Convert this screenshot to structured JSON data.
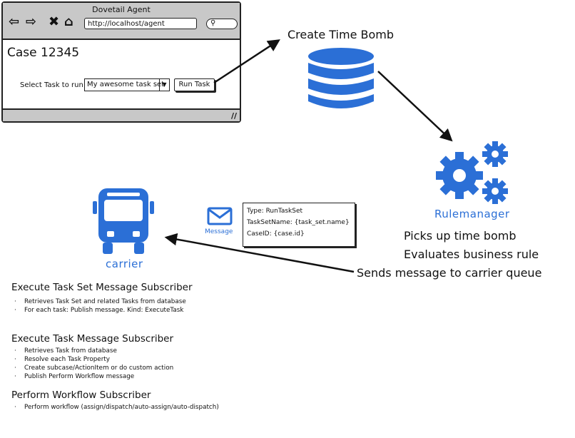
{
  "browser": {
    "title": "Dovetail Agent",
    "url": "http://localhost/agent",
    "case_title": "Case 12345",
    "select_label": "Select Task to run",
    "select_value": "My awesome task set",
    "run_button": "Run Task",
    "nav_icons": [
      "back-arrow-icon",
      "forward-arrow-icon",
      "close-icon",
      "home-icon"
    ]
  },
  "database": {
    "label": "Create Time Bomb",
    "icon": "database-icon"
  },
  "rulemanager": {
    "label": "Rulemanager",
    "icon": "gears-icon",
    "steps": [
      "Picks up time bomb",
      "Evaluates business rule",
      "Sends message to carrier queue"
    ]
  },
  "carrier": {
    "label": "carrier",
    "icon": "bus-icon"
  },
  "message": {
    "icon_label": "Message",
    "lines": [
      "Type: RunTaskSet",
      "TaskSetName: {task_set.name}",
      "CaseID: {case.id}"
    ]
  },
  "subscribers": [
    {
      "title": "Execute Task Set Message Subscriber",
      "items": [
        "Retrieves Task Set and related Tasks from database",
        "For each task: Publish message. Kind: ExecuteTask"
      ]
    },
    {
      "title": "Execute Task Message Subscriber",
      "items": [
        "Retrieves Task from database",
        "Resolve each Task Property",
        "Create subcase/ActionItem or do custom action",
        "Publish Perform Workflow message"
      ]
    },
    {
      "title": "Perform Workflow Subscriber",
      "items": [
        "Perform workflow (assign/dispatch/auto-assign/auto-dispatch)"
      ]
    }
  ],
  "colors": {
    "accent": "#2b6fd6",
    "chrome": "#c8c8c8",
    "ink": "#222222"
  }
}
